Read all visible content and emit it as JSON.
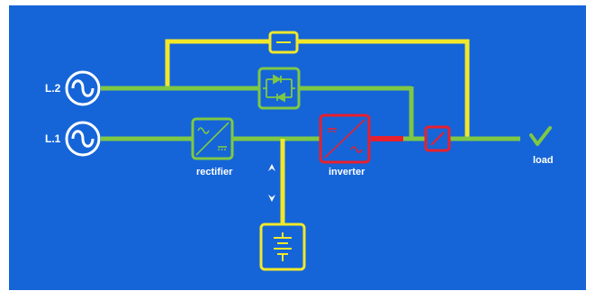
{
  "colors": {
    "background": "#1565d8",
    "frame": "#ffffff",
    "active_path": "#7ec845",
    "standby_path": "#f2e82a",
    "fault_path": "#e8202e",
    "text": "#ffffff"
  },
  "sources": [
    {
      "label": "L.2",
      "icon": "ac-source-icon",
      "state": "active"
    },
    {
      "label": "L.1",
      "icon": "ac-source-icon",
      "state": "active"
    }
  ],
  "blocks": {
    "rectifier": {
      "label": "rectifier",
      "icon": "ac-dc-converter-icon",
      "state": "active"
    },
    "inverter": {
      "label": "inverter",
      "icon": "dc-ac-converter-icon",
      "state": "fault"
    },
    "static_switch": {
      "label": "",
      "icon": "static-switch-thyristor-icon",
      "state": "active"
    },
    "manual_bypass": {
      "label": "",
      "icon": "manual-bypass-switch-icon",
      "state": "standby"
    },
    "output_switch": {
      "label": "",
      "icon": "output-breaker-icon",
      "state": "fault"
    },
    "battery": {
      "label": "",
      "icon": "battery-icon",
      "state": "standby"
    }
  },
  "load": {
    "label": "load",
    "icon": "checkmark-icon",
    "state": "ok"
  },
  "battery_flow": {
    "icons": [
      "arrow-up-icon",
      "arrow-down-icon"
    ]
  }
}
